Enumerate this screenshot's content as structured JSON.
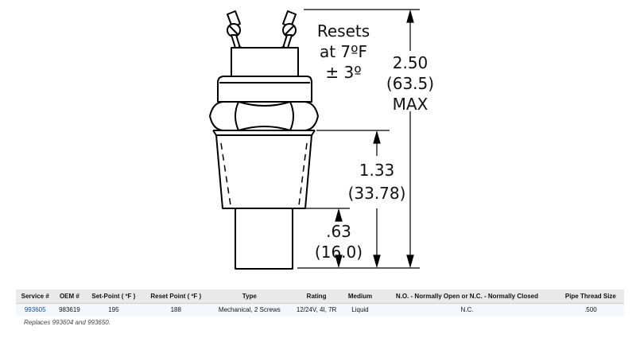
{
  "drawing": {
    "reset_note_lines": [
      "Resets",
      "at 7ºF",
      "± 3º"
    ],
    "dim_overall": [
      "2.50",
      "(63.5)",
      "MAX"
    ],
    "dim_middle": [
      "1.33",
      "(33.78)"
    ],
    "dim_lower": [
      ".63",
      "(16.0)"
    ]
  },
  "table": {
    "headers": [
      "Service #",
      "OEM #",
      "Set-Point ( ºF )",
      "Reset Point ( ºF )",
      "Type",
      "Rating",
      "Medium",
      "N.O. - Normally Open or N.C. - Normally Closed",
      "Pipe Thread Size"
    ],
    "rows": [
      [
        "993605",
        "983619",
        "195",
        "188",
        "Mechanical, 2 Screws",
        "12/24V, 4I, 7R",
        "Liquid",
        "N.C.",
        ".500"
      ]
    ],
    "note": "Replaces 993604 and 993650."
  },
  "colors": {
    "link": "#1c4fa0",
    "header_bg": "#e9e9e9",
    "row_bg": "#f4f7fb"
  }
}
